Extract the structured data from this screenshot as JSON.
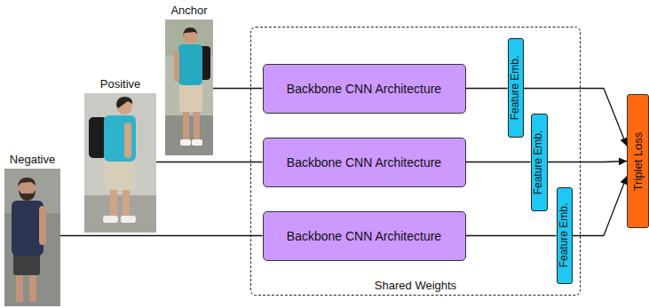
{
  "diagram": {
    "nodes": [
      {
        "text": [
          "Anchor"
        ]
      },
      {
        "text": [
          "Positive"
        ]
      },
      {
        "text": [
          "Negative"
        ]
      },
      {
        "text": [
          "Shared Weights"
        ]
      },
      {
        "text": [
          "Backbone CNN Architecture"
        ],
        "in": 3
      },
      {
        "text": [
          "Backbone CNN Architecture"
        ],
        "in": 3
      },
      {
        "text": [
          "Backbone CNN Architecture"
        ],
        "in": 3
      },
      {
        "text": [
          "Feature Emb."
        ],
        "in": 3
      },
      {
        "text": [
          "Feature Emb."
        ],
        "in": 3
      },
      {
        "text": [
          "Feature Emb."
        ],
        "in": 3
      },
      {
        "text": [
          "Triplet Loss"
        ]
      }
    ],
    "edges": [
      {
        "from": 0,
        "to": 4,
        "arrow": "none"
      },
      {
        "from": 1,
        "to": 5,
        "arrow": "none"
      },
      {
        "from": 2,
        "to": 6,
        "arrow": "none"
      },
      {
        "from": 4,
        "to": 7,
        "arrow": "none"
      },
      {
        "from": 5,
        "to": 8,
        "arrow": "none"
      },
      {
        "from": 6,
        "to": 9,
        "arrow": "none"
      },
      {
        "from": 7,
        "to": 10,
        "arrow": "to"
      },
      {
        "from": 8,
        "to": 10,
        "arrow": "to"
      },
      {
        "from": 9,
        "to": 10,
        "arrow": "to"
      }
    ]
  }
}
